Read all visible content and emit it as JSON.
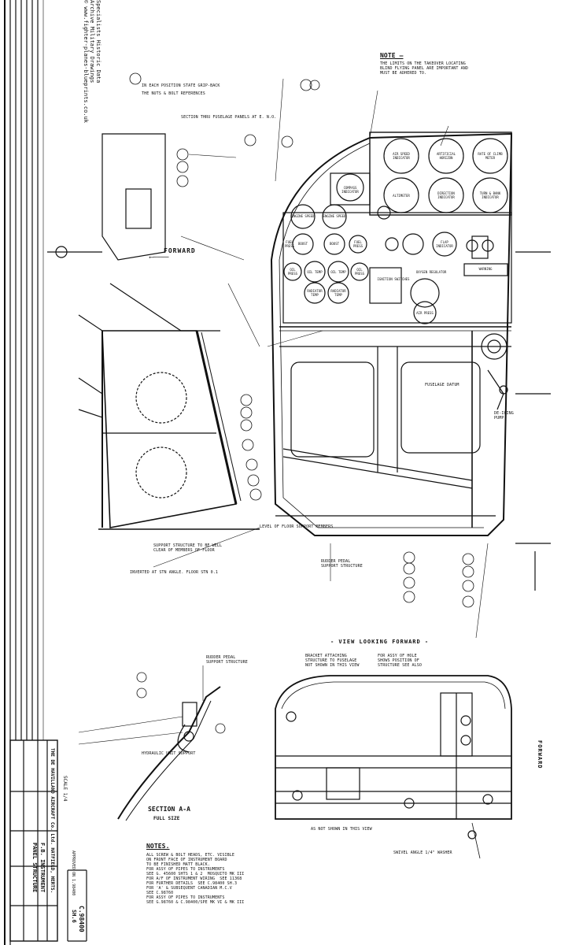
{
  "watermark": {
    "site": "© www.fighter-planes-blueprints.co.uk",
    "archive": "Archive Military Drawings",
    "specialists": "Specialists Historic Data"
  },
  "note": {
    "title": "NOTE —",
    "text": "THE LIMITS ON THE TAKEOVER LOCATING\nBLIND FLYING PANEL ARE IMPORTANT AND\nMUST BE ADHERED TO."
  },
  "panel_dials": {
    "air_speed": "AIR SPEED\nINDICATOR",
    "horizon": "ARTIFICIAL\nHORIZON",
    "rate_of_climb": "RATE OF CLIMB\nMETER",
    "altimeter": "ALTIMETER",
    "direction": "DIRECTION\nINDICATOR",
    "turn_bank": "TURN & BANK\nINDICATOR",
    "engine_speed_1": "ENGINE SPEED",
    "engine_speed_2": "ENGINE SPEED",
    "boost_1": "BOOST",
    "boost_2": "BOOST",
    "fuel_press_1": "FUEL\nPRESS",
    "fuel_press_2": "FUEL\nPRESS",
    "oil_press_1": "OIL\nPRESS",
    "oil_press_2": "OIL\nPRESS",
    "oil_temp_1": "OIL TEMP",
    "oil_temp_2": "OIL TEMP",
    "radiator_1": "RADIATOR\nTEMP",
    "radiator_2": "RADIATOR\nTEMP",
    "flap": "FLAP\nINDICATOR",
    "oxygen": "OXYGEN REGULATOR",
    "ignition": "IGNITION SWITCHES",
    "air_press": "AIR PRESS",
    "warning": "WARNING",
    "compass": "COMPASS\nINDICATOR"
  },
  "labels": {
    "forward": "FORWARD",
    "forward_right": "FORWARD",
    "fuselage_datum": "FUSELAGE DATUM",
    "section_thru": "SECTION THRU FUSELAGE PANELS AT E. N.O.",
    "section_aa": "SECTION A-A",
    "full_size": "FULL SIZE",
    "view_forward": "- VIEW LOOKING FORWARD -",
    "rudder_pedal": "RUDDER PEDAL\nSUPPORT STRUCTURE",
    "rudder_pedal_2": "RUDDER PEDAL\nSUPPORT STRUCTURE",
    "hydraulic_unit": "HYDRAULIC UNIT SUPPORT",
    "floor": "LEVEL OF FLOOR SUPPORT MEMBERS",
    "support_wall": "SUPPORT STRUCTURE TO BE WELL\nCLEAR OF MEMBERS OF FLOOR",
    "mounting": "INVERTED AT STN ANGLE. FLOOR STN 0.1",
    "d_ring": "DE-ICING\nPUMP",
    "scale": "SCALE 1/4"
  },
  "callouts": [
    "IN EACH POSITION STATE GRIP-BACK",
    "THE NUTS & BOLT REFERENCES",
    "AS NOT SHOWN IN THIS VIEW",
    "BRACKET ATTACHING\nSTRUCTURE TO FUSELAGE\nNOT SHOWN IN THIS VIEW",
    "FOR ASSY OF HOLE\nSHOWS POSITION OF\nSTRUCTURE SEE ALSO",
    "SWIVEL ANGLE 1/4\" WASHER"
  ],
  "notes": {
    "title": "NOTES.",
    "lines": [
      "ALL SCREW & BOLT HEADS, ETC. VISIBLE",
      "ON FRONT FACE OF INSTRUMENT BOARD",
      "TO BE FINISHED MATT BLACK.",
      "FOR ASSY OF PIPES TO INSTRUMENTS",
      "SEE G. 45600 SHTS 1 & 2  MOSQUITO MK III",
      "FOR A/F OF INSTRUMENT WIRING  SEE 11368",
      "FOR FURTHER DETAILS  SEE C.98400 SH.3",
      "FOR 'A' & SUBSEQUENT CANADIAN M.C.V",
      "SEE C.98760",
      "FOR ASSY OF PIPES TO INSTRUMENTS",
      "SEE G.98760 & C.98400/SPE MK VI & MK III"
    ]
  },
  "title_block": {
    "company": "THE DE HAVILLAND AIRCRAFT Co. Ltd. HATFIELD, HERTS.",
    "title1": "F.B. INSTRUMENT",
    "title2": "PANEL STRUCTURE",
    "drawing_no": "C.98400",
    "sheet": "SH.6",
    "approved": "APPROVED ON 1.98400"
  }
}
